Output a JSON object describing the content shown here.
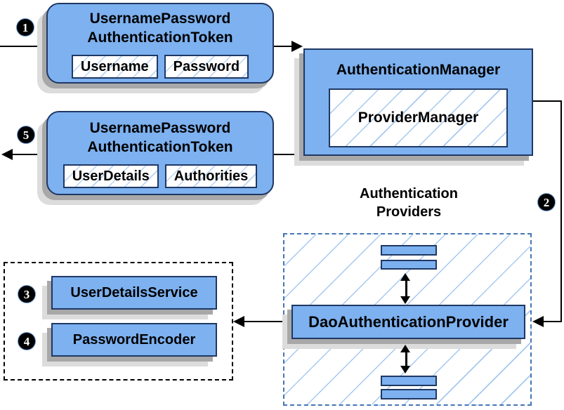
{
  "badges": {
    "b1": "1",
    "b2": "2",
    "b3": "3",
    "b4": "4",
    "b5": "5"
  },
  "request_token": {
    "title_line1": "UsernamePassword",
    "title_line2": "AuthenticationToken",
    "fields": [
      "Username",
      "Password"
    ]
  },
  "auth_manager": {
    "title": "AuthenticationManager",
    "inner_label": "ProviderManager"
  },
  "response_token": {
    "title_line1": "UsernamePassword",
    "title_line2": "AuthenticationToken",
    "fields": [
      "UserDetails",
      "Authorities"
    ]
  },
  "providers": {
    "heading_line1": "Authentication",
    "heading_line2": "Providers",
    "main_box": "DaoAuthenticationProvider"
  },
  "collaborators": {
    "user_details_service": "UserDetailsService",
    "password_encoder": "PasswordEncoder"
  },
  "colors": {
    "box_fill": "#7db1f0",
    "box_border": "#1f3864",
    "hatch_line": "#a5c8f0",
    "dashed_border": "#4576b5",
    "dotted_border": "#000000",
    "arrow": "#000000",
    "shadow_inner": "#a8a8a8",
    "shadow_outer": "#dcdcdc",
    "badge_fill": "#000000",
    "badge_text": "#ffffff"
  }
}
